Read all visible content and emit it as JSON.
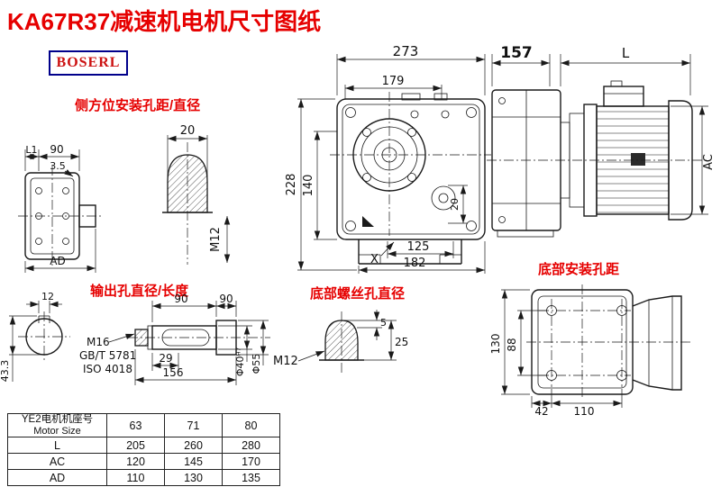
{
  "page": {
    "title": "KA67R37减速机电机尺寸图纸",
    "logo": "BOSERL"
  },
  "labels": {
    "side_mount": "侧方位安装孔距/直径",
    "output_hole": "输出孔直径/长度",
    "bottom_screw": "底部螺丝孔直径",
    "bottom_mount": "底部安装孔距"
  },
  "flange": {
    "l1": "L1",
    "width": "90",
    "thickness": "3.5",
    "ad": "AD"
  },
  "plug": {
    "width": "20",
    "thread": "M12"
  },
  "front": {
    "w273": "273",
    "w179": "179",
    "h228": "228",
    "h140": "140",
    "h20": "20",
    "w125": "125",
    "w182": "182",
    "x": "X"
  },
  "motor": {
    "w157": "157",
    "l": "L",
    "ac": "AC"
  },
  "shaft_end": {
    "key": "12",
    "depth": "43.3"
  },
  "shaft": {
    "len90a": "90",
    "len90b": "90",
    "len29": "29",
    "len156": "156",
    "thread": "M16",
    "std1": "GB/T 5781",
    "std2": "ISO 4018",
    "bore": "Φ40ᴴ⁷",
    "dia": "Φ55"
  },
  "screw": {
    "thread": "M12",
    "tip": "5",
    "height": "25"
  },
  "bottom": {
    "h130": "130",
    "h88": "88",
    "w42": "42",
    "w110": "110"
  },
  "table": {
    "header_label_cn": "YE2电机机座号",
    "header_label_en": "Motor Size",
    "header_values": [
      "63",
      "71",
      "80"
    ],
    "rows": [
      {
        "label": "L",
        "values": [
          "205",
          "260",
          "280"
        ]
      },
      {
        "label": "AC",
        "values": [
          "120",
          "145",
          "170"
        ]
      },
      {
        "label": "AD",
        "values": [
          "110",
          "130",
          "135"
        ]
      }
    ]
  },
  "colors": {
    "accent_red": "#e60000",
    "logo_blue": "#00008b"
  }
}
